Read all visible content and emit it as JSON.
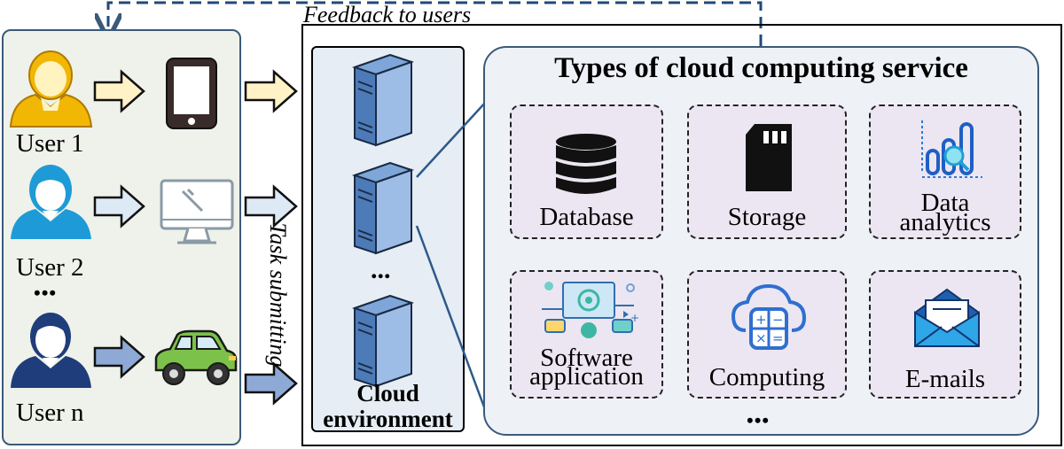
{
  "feedback_label": "Feedback to users",
  "task_label": "Task submitting",
  "users": [
    {
      "label": "User 1",
      "color": "#f2b705"
    },
    {
      "label": "User 2",
      "color": "#1e9bd7"
    },
    {
      "label": "User n",
      "color": "#1f3d7a"
    }
  ],
  "users_ellipsis": "•••",
  "cloud": {
    "label_line1": "Cloud",
    "label_line2": "environment",
    "ellipsis": "..."
  },
  "services": {
    "title": "Types of cloud computing service",
    "items": [
      {
        "line1": "Database",
        "line2": "",
        "icon": "database-icon"
      },
      {
        "line1": "Storage",
        "line2": "",
        "icon": "sd-card-icon"
      },
      {
        "line1": "Data",
        "line2": "analytics",
        "icon": "analytics-icon"
      },
      {
        "line1": "Software",
        "line2": "application",
        "icon": "software-icon"
      },
      {
        "line1": "Computing",
        "line2": "",
        "icon": "cloud-calculator-icon"
      },
      {
        "line1": "E-mails",
        "line2": "",
        "icon": "envelope-icon"
      }
    ],
    "ellipsis": "•••"
  }
}
